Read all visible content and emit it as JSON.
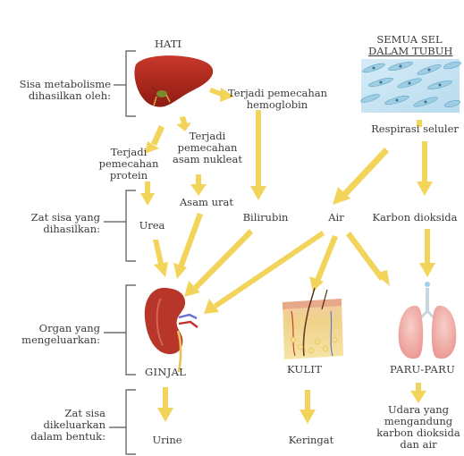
{
  "colors": {
    "arrow": "#f2d45a",
    "text": "#3a3a3a",
    "bracket": "#555555",
    "liver": "#b92a1e",
    "kidney": "#b8352a",
    "lung": "#f2b5b0"
  },
  "icons": [
    "liver-icon",
    "cells-icon",
    "kidney-icon",
    "skin-icon",
    "lungs-icon"
  ],
  "sources": {
    "liver": "HATI",
    "cells_line1": "SEMUA SEL",
    "cells_line2": "DALAM TUBUH"
  },
  "processes": {
    "hemoglobin": [
      "Terjadi pemecahan",
      "hemoglobin"
    ],
    "nucleic": [
      "Terjadi",
      "pemecahan",
      "asam nukleat"
    ],
    "protein": [
      "Terjadi",
      "pemecahan",
      "protein"
    ],
    "respiration": "Respirasi seluler"
  },
  "wastes": {
    "urea": "Urea",
    "uric_acid": "Asam urat",
    "bilirubin": "Bilirubin",
    "water": "Air",
    "co2": "Karbon dioksida"
  },
  "organs": {
    "kidney": "GINJAL",
    "skin": "KULIT",
    "lungs": "PARU-PARU"
  },
  "outputs": {
    "urine": "Urine",
    "sweat": "Keringat",
    "lung_air": [
      "Udara yang",
      "mengandung",
      "karbon dioksida",
      "dan air"
    ]
  },
  "side_labels": {
    "metabolism": [
      "Sisa metabolisme",
      "dihasilkan oleh:"
    ],
    "waste": [
      "Zat sisa yang",
      "dihasilkan:"
    ],
    "organ": [
      "Organ yang",
      "mengeluarkan:"
    ],
    "form": [
      "Zat sisa",
      "dikeluarkan",
      "dalam bentuk:"
    ]
  }
}
